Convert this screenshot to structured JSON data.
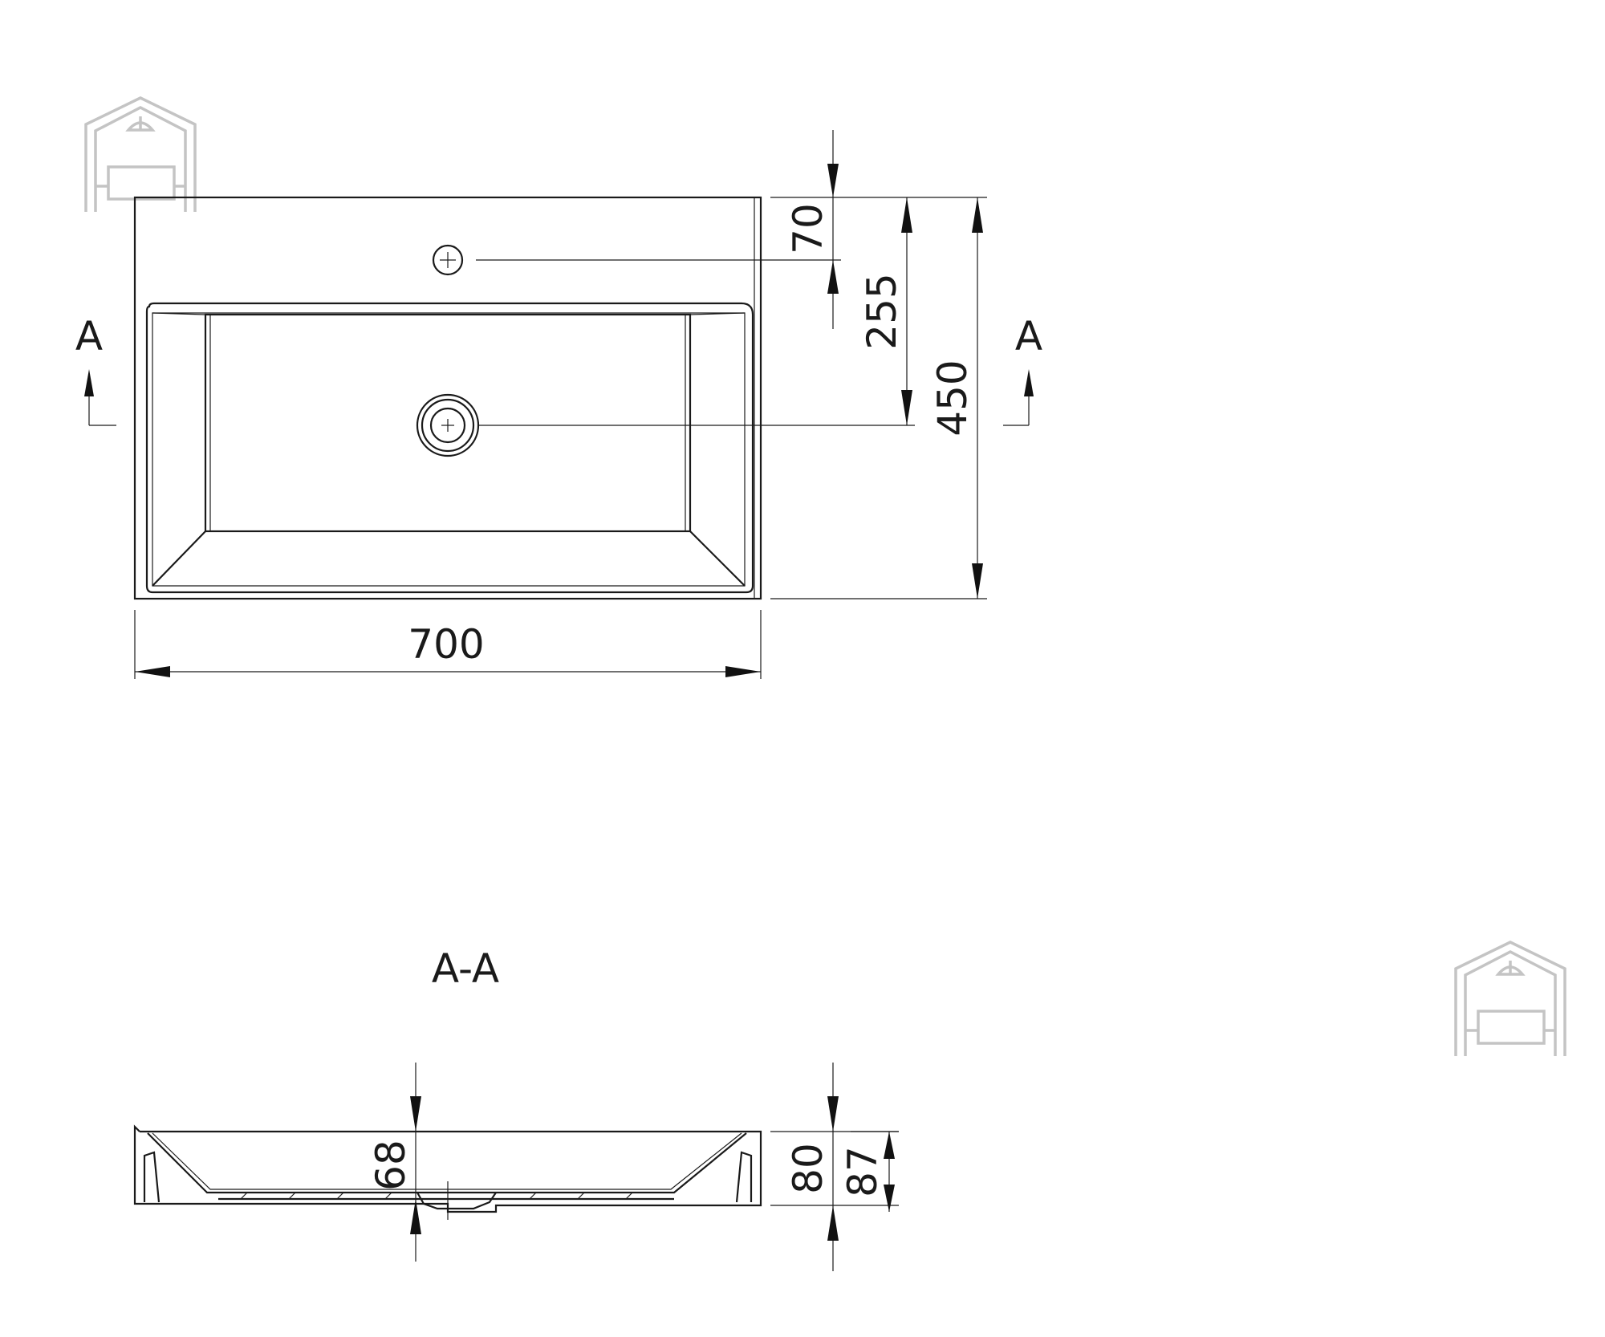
{
  "drawing": {
    "section_marker_left": "A",
    "section_marker_right": "A",
    "section_title": "A-A",
    "dimensions": {
      "width": "700",
      "depth": "450",
      "drain_offset": "255",
      "tap_hole_offset": "70",
      "section_inner_depth": "68",
      "section_height": "80",
      "section_total_height": "87"
    }
  },
  "logos": [
    {
      "icon": "house-bath-logo-icon"
    },
    {
      "icon": "house-bath-logo-icon"
    }
  ]
}
